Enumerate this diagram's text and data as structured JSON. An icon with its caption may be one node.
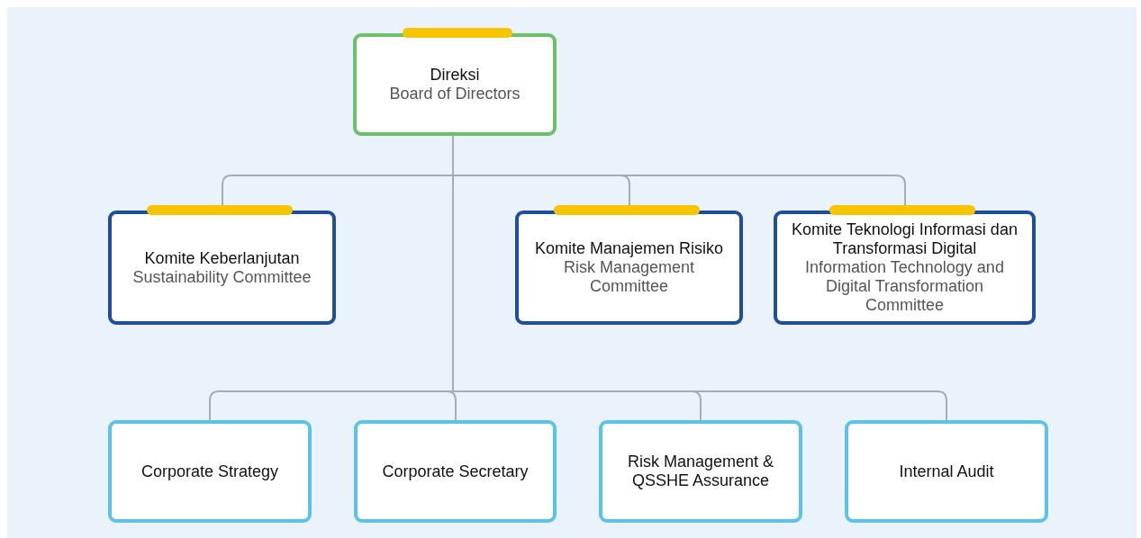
{
  "diagram": {
    "nodes": [
      {
        "text": [
          "Direksi",
          "Board of Directors"
        ]
      },
      {
        "text": [
          "Komite Keberlanjutan",
          "Sustainability Committee"
        ]
      },
      {
        "text": [
          "Komite Manajemen Risiko",
          "Risk Management Committee"
        ]
      },
      {
        "text": [
          "Komite Teknologi Informasi dan Transformasi Digital",
          "Information Technology and Digital Transformation Committee"
        ]
      },
      {
        "text": [
          "Corporate Strategy"
        ]
      },
      {
        "text": [
          "Corporate Secretary"
        ]
      },
      {
        "text": [
          "Risk Management & QSSHE Assurance"
        ]
      },
      {
        "text": [
          "Internal Audit"
        ]
      }
    ],
    "edges": [
      {
        "from": 0,
        "to": 1,
        "arrow": "none"
      },
      {
        "from": 0,
        "to": 2,
        "arrow": "none"
      },
      {
        "from": 0,
        "to": 3,
        "arrow": "none"
      },
      {
        "from": 0,
        "to": 4,
        "arrow": "none"
      },
      {
        "from": 0,
        "to": 5,
        "arrow": "none"
      },
      {
        "from": 0,
        "to": 6,
        "arrow": "none"
      },
      {
        "from": 0,
        "to": 7,
        "arrow": "none"
      }
    ]
  }
}
